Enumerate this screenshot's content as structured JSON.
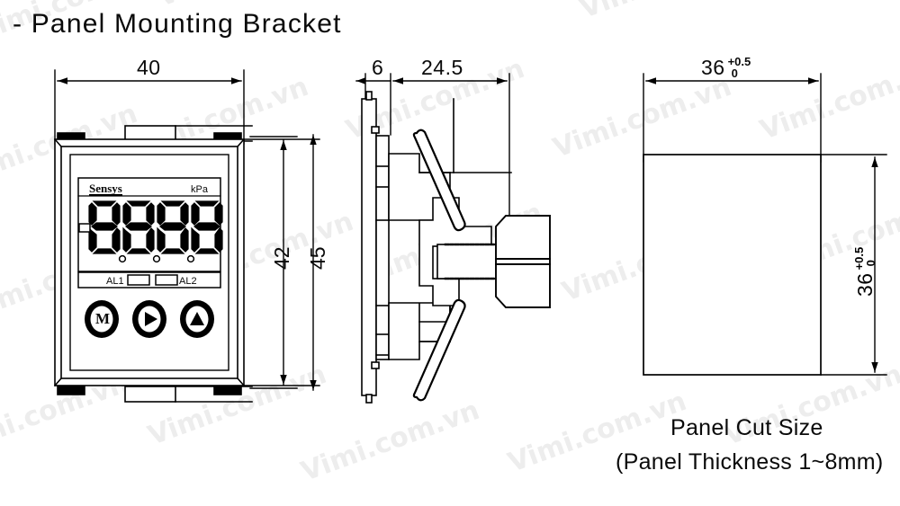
{
  "sheet": {
    "title": "- Panel Mounting Bracket",
    "background_color": "#ffffff",
    "line_color": "#000000"
  },
  "watermark": {
    "text": "Vimi.com.vn",
    "color": "#ededed",
    "rotation_deg": -20
  },
  "views": {
    "front": {
      "name": "Front view with panel mounting bracket",
      "dimensions": {
        "width": "40",
        "height_body": "42",
        "height_overall": "45"
      },
      "device": {
        "brand": "Sensys",
        "unit": "kPa",
        "digits": [
          "8",
          "8",
          "8",
          "8"
        ],
        "alarm_left": "AL1",
        "alarm_right": "AL2",
        "buttons": [
          {
            "label": "M",
            "name": "mode-button"
          },
          {
            "label": "▶",
            "name": "shift-button"
          },
          {
            "label": "▲",
            "name": "up-button"
          }
        ]
      }
    },
    "side": {
      "name": "Side section view",
      "dimensions": {
        "bezel_thickness": "6",
        "body_depth": "24.5"
      }
    },
    "cutout": {
      "name": "Panel cut size",
      "dimensions": {
        "width": "36",
        "width_tol_upper": "+0.5",
        "width_tol_lower": "0",
        "height": "36",
        "height_tol_upper": "+0.5",
        "height_tol_lower": "0"
      },
      "caption_line1": "Panel Cut Size",
      "caption_line2": "(Panel Thickness 1~8mm)"
    }
  }
}
